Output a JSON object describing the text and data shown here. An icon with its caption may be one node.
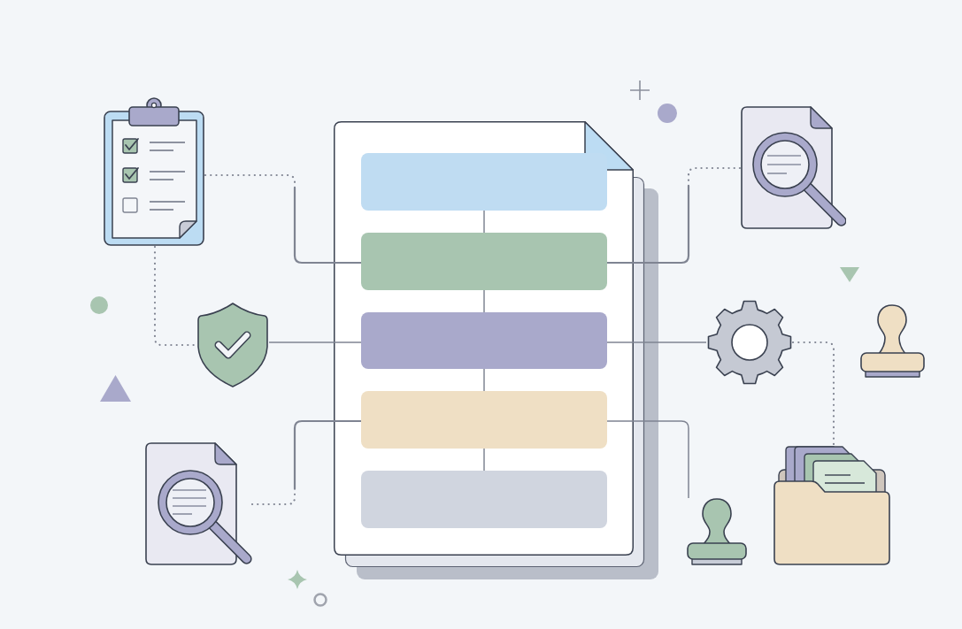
{
  "diagram": {
    "nodes": [
      {
        "text": [],
        "shape": "document"
      },
      {
        "text": [],
        "shape": "bar",
        "in": 0
      },
      {
        "text": [],
        "shape": "bar",
        "in": 0
      },
      {
        "text": [],
        "shape": "bar",
        "in": 0
      },
      {
        "text": [],
        "shape": "bar",
        "in": 0
      },
      {
        "text": [],
        "shape": "bar",
        "in": 0
      },
      {
        "text": [],
        "shape": "picture"
      },
      {
        "text": [],
        "shape": "picture"
      },
      {
        "text": [],
        "shape": "picture"
      },
      {
        "text": [],
        "shape": "picture"
      },
      {
        "text": [],
        "shape": "picture"
      },
      {
        "text": [],
        "shape": "picture"
      },
      {
        "text": [],
        "shape": "picture"
      }
    ],
    "edges": [
      {
        "from": 1,
        "to": 2,
        "arrow": "none"
      },
      {
        "from": 2,
        "to": 3,
        "arrow": "none"
      },
      {
        "from": 3,
        "to": 4,
        "arrow": "none"
      },
      {
        "from": 4,
        "to": 5,
        "arrow": "none"
      },
      {
        "from": 6,
        "to": 2,
        "arrow": "none",
        "style": "dashed"
      },
      {
        "from": 6,
        "to": 8,
        "arrow": "none",
        "style": "dashed"
      },
      {
        "from": 8,
        "to": 3,
        "arrow": "none"
      },
      {
        "from": 7,
        "to": 2,
        "arrow": "none",
        "style": "dashed"
      },
      {
        "from": 9,
        "to": 3,
        "arrow": "none"
      },
      {
        "from": 9,
        "to": 11,
        "arrow": "none",
        "style": "dashed"
      },
      {
        "from": 10,
        "to": 4,
        "arrow": "none",
        "style": "dashed"
      },
      {
        "from": 4,
        "to": 12,
        "arrow": "none"
      }
    ]
  }
}
